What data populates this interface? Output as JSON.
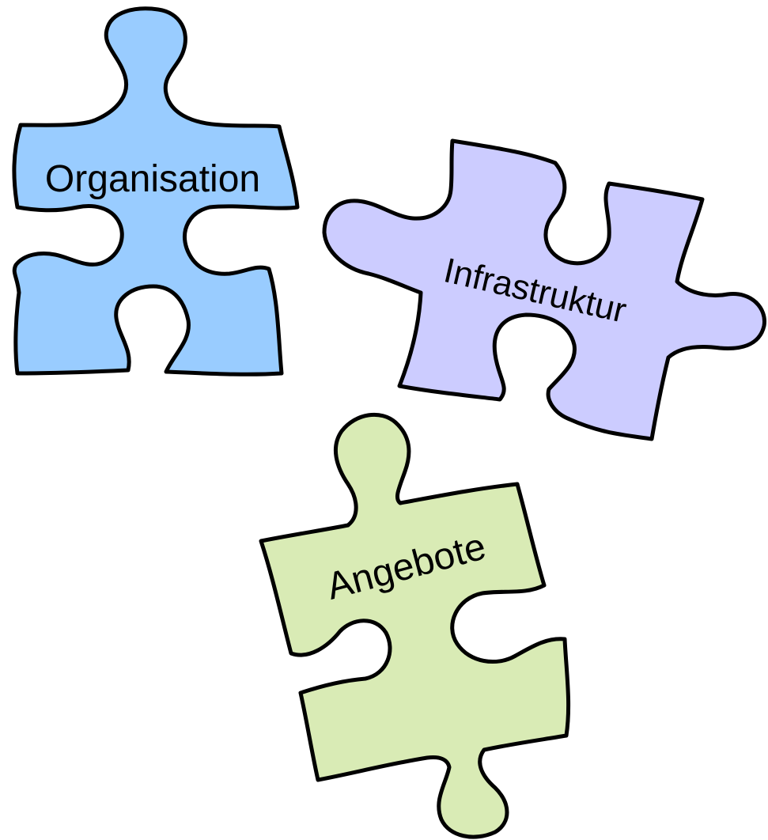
{
  "pieces": [
    {
      "label": "Organisation",
      "color": "#99ccff"
    },
    {
      "label": "Infrastruktur",
      "color": "#ccccff"
    },
    {
      "label": "Angebote",
      "color": "#d9ebb5"
    }
  ]
}
